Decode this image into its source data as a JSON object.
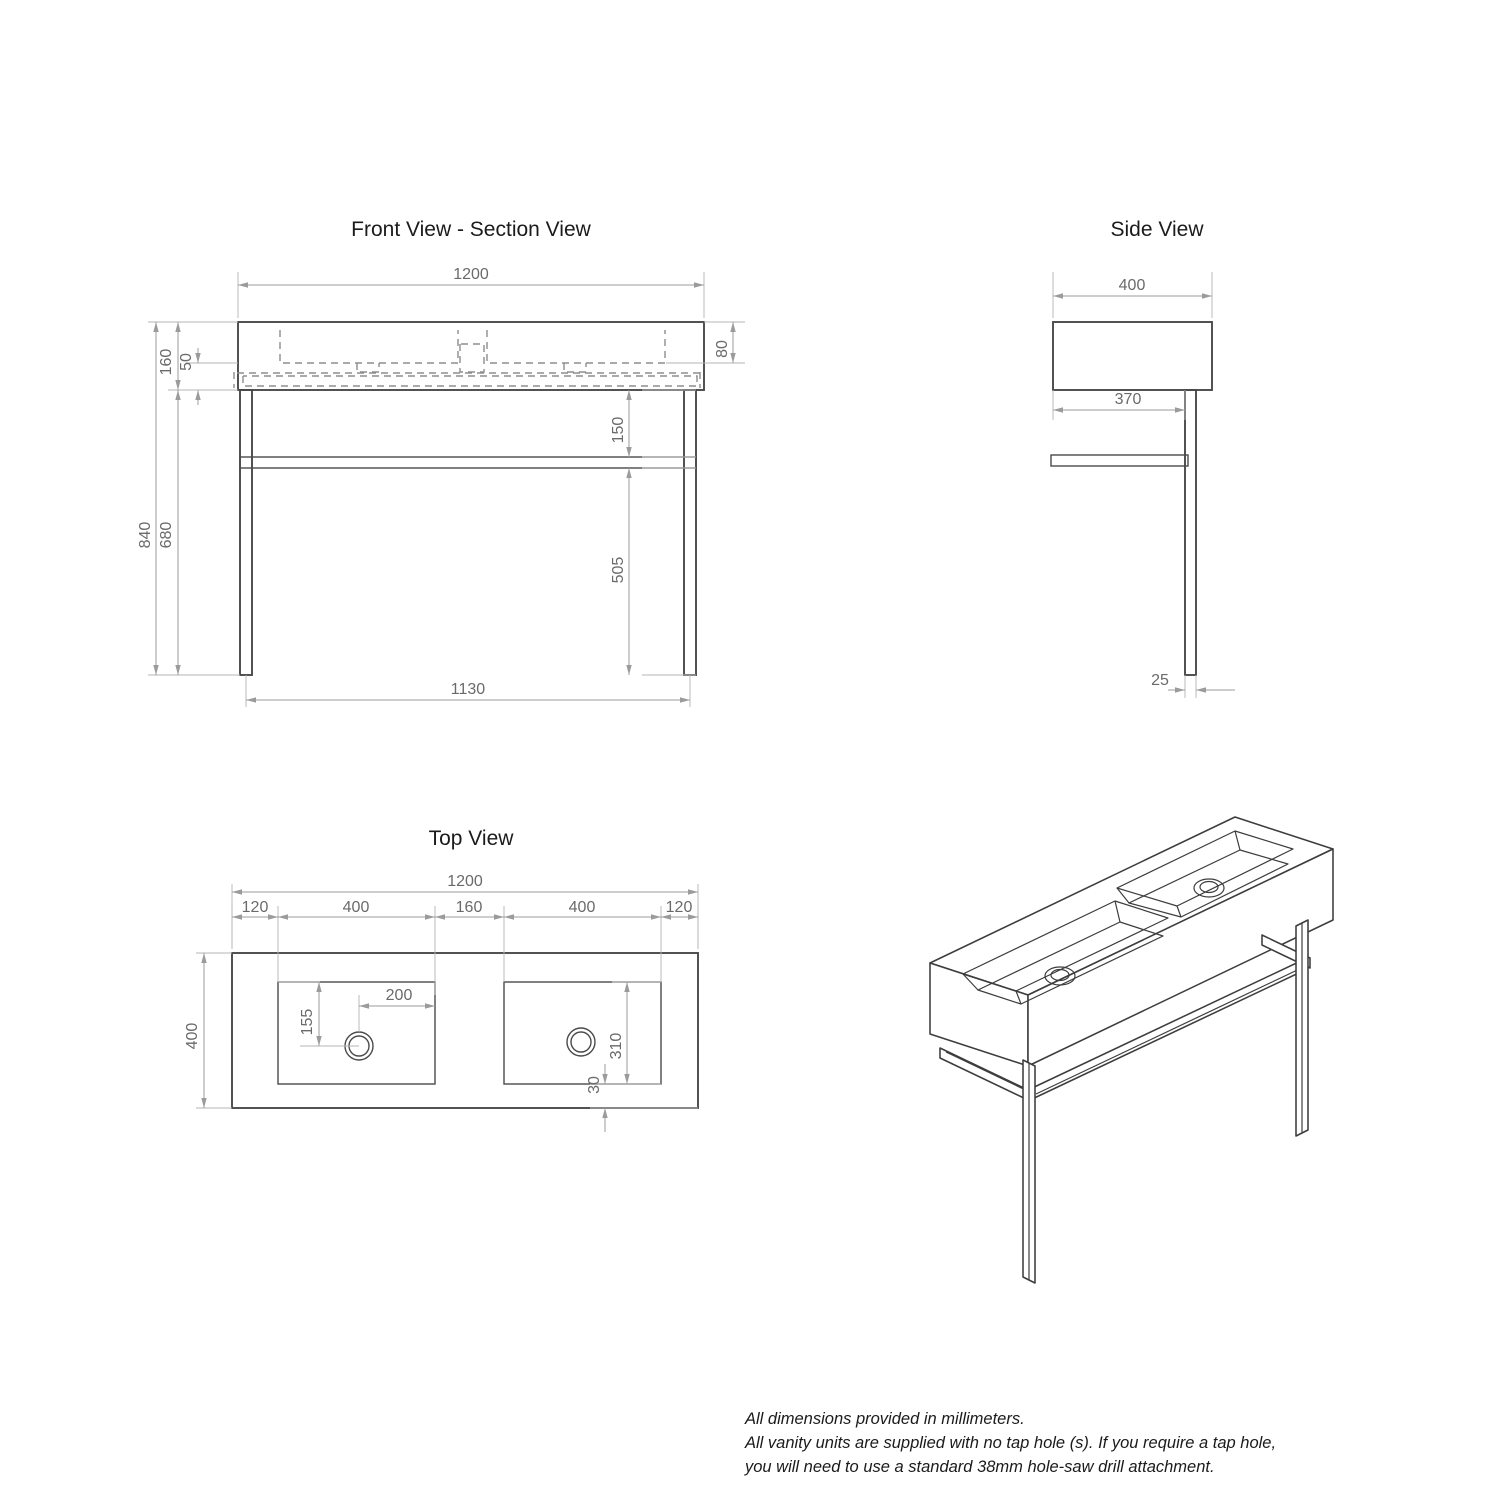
{
  "document": {
    "kind": "product-technical-drawing",
    "subject": "Double basin vanity unit with metal frame"
  },
  "views": {
    "front": {
      "title": "Front View - Section View",
      "dimensions": {
        "overall_width": "1200",
        "top_thickness": "80",
        "basin_depth": "160",
        "drain_offset": "50",
        "total_height": "840",
        "leg_height": "680",
        "top_to_rail": "150",
        "rail_to_floor": "505",
        "leg_span": "1130"
      }
    },
    "side": {
      "title": "Side View",
      "dimensions": {
        "depth": "400",
        "shelf_depth": "370",
        "leg_thickness": "25"
      }
    },
    "top": {
      "title": "Top View",
      "dimensions": {
        "overall_width": "1200",
        "overall_depth": "400",
        "left_margin": "120",
        "left_basin_width": "400",
        "center_span": "160",
        "right_basin_width": "400",
        "right_margin": "120",
        "drain_from_rear": "155",
        "drain_from_left": "200",
        "basin_depth": "310",
        "front_margin": "30"
      }
    },
    "isometric": {
      "title": ""
    }
  },
  "notes": {
    "line1": "All dimensions provided in millimeters.",
    "line2": "All vanity units are supplied with no tap hole (s). If you require a tap hole,",
    "line3": "you will need to use a standard 38mm hole-saw drill attachment."
  },
  "colors": {
    "object_line": "#4a4a4a",
    "dimension_line": "#9b9b9b",
    "hidden_line": "#8d8d8d",
    "text": "#5a5a5a",
    "title": "#1b1b1b",
    "background": "#ffffff"
  }
}
